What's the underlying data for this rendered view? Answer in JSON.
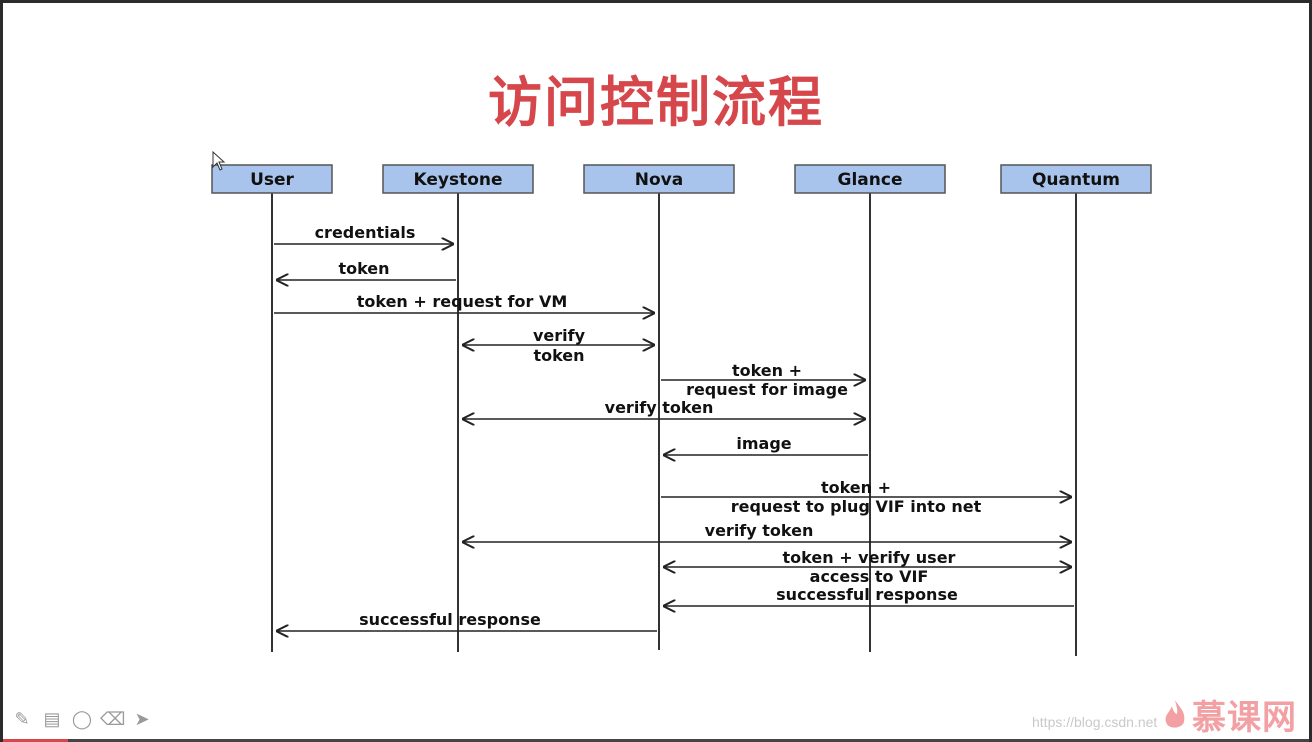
{
  "slide": {
    "title": "访问控制流程"
  },
  "actors": [
    "User",
    "Keystone",
    "Nova",
    "Glance",
    "Quantum"
  ],
  "messages": [
    {
      "from": "User",
      "to": "Keystone",
      "label": [
        "credentials"
      ],
      "arrow": "end"
    },
    {
      "from": "Keystone",
      "to": "User",
      "label": [
        "token"
      ],
      "arrow": "end"
    },
    {
      "from": "User",
      "to": "Nova",
      "label": [
        "token + request for VM"
      ],
      "arrow": "end"
    },
    {
      "from": "Keystone",
      "to": "Nova",
      "label": [
        "verify",
        "token"
      ],
      "arrow": "both"
    },
    {
      "from": "Nova",
      "to": "Glance",
      "label": [
        "token +",
        "request for image"
      ],
      "arrow": "end"
    },
    {
      "from": "Keystone",
      "to": "Glance",
      "label": [
        "verify token"
      ],
      "arrow": "both"
    },
    {
      "from": "Glance",
      "to": "Nova",
      "label": [
        "image"
      ],
      "arrow": "end"
    },
    {
      "from": "Nova",
      "to": "Quantum",
      "label": [
        "token +",
        "request to plug VIF into net"
      ],
      "arrow": "end"
    },
    {
      "from": "Keystone",
      "to": "Quantum",
      "label": [
        "verify token"
      ],
      "arrow": "both"
    },
    {
      "from": "Nova",
      "to": "Quantum",
      "label": [
        "token + verify user",
        "access to VIF"
      ],
      "arrow": "both"
    },
    {
      "from": "Quantum",
      "to": "Nova",
      "label": [
        "successful response"
      ],
      "arrow": "end"
    },
    {
      "from": "Nova",
      "to": "User",
      "label": [
        "successful response"
      ],
      "arrow": "end"
    }
  ],
  "toolbar": {
    "tools": [
      {
        "icon": "pen-icon",
        "glyph": "✎"
      },
      {
        "icon": "notes-icon",
        "glyph": "▤"
      },
      {
        "icon": "ellipse-icon",
        "glyph": "◯"
      },
      {
        "icon": "eraser-icon",
        "glyph": "⌫"
      },
      {
        "icon": "pointer-icon",
        "glyph": "➤"
      }
    ]
  },
  "watermark": "https://blog.csdn.net",
  "brand": {
    "name": "慕课网",
    "icon": "flame-logo-icon"
  },
  "colors": {
    "title": "#d6474c",
    "actor_fill": "#a9c4ec",
    "brand": "#f3a0a4"
  }
}
